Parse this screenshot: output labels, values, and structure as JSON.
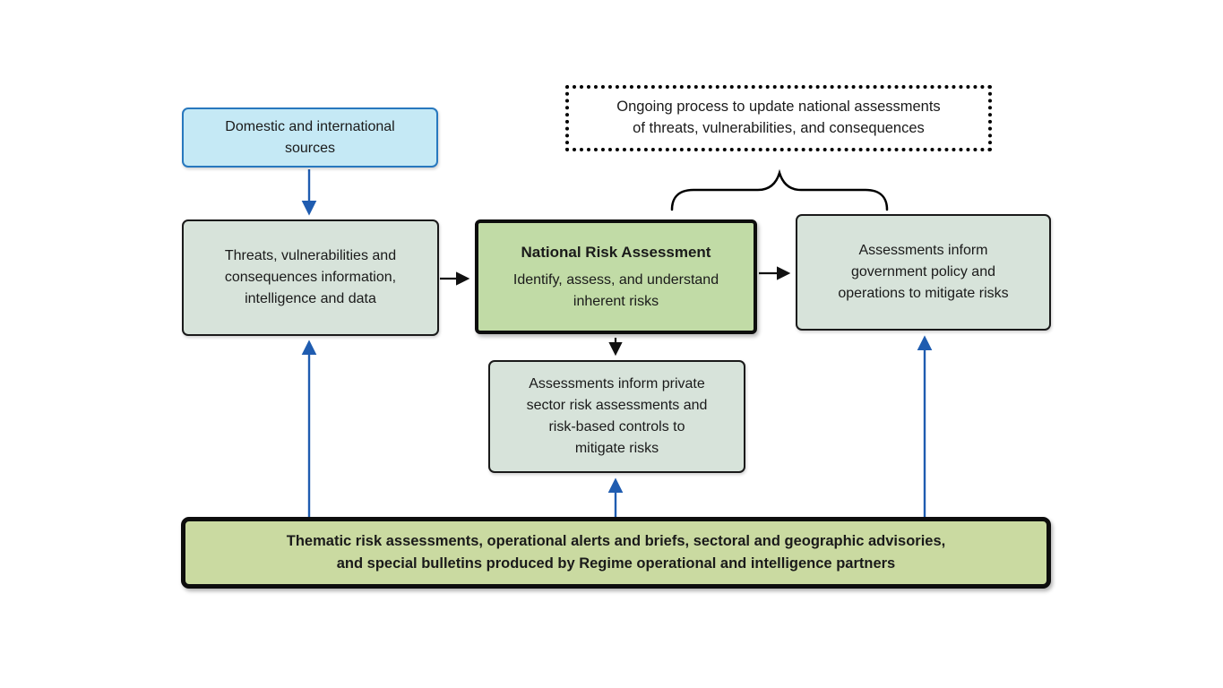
{
  "colors": {
    "arrow_blue": "#1f5cb0",
    "arrow_black": "#111111",
    "sources_fill": "#c5e9f5",
    "sources_border": "#2878be",
    "sage_fill": "#d7e3da",
    "sage_border": "#1a1a1a",
    "nra_fill": "#c1dba6",
    "partners_fill": "#cadaa1",
    "bold_border": "#0d0d0d",
    "text": "#1a1a1a"
  },
  "nodes": {
    "sources": {
      "lines": [
        "Domestic and international",
        "sources"
      ]
    },
    "threats": {
      "lines": [
        "Threats, vulnerabilities and",
        "consequences information,",
        "intelligence and data"
      ]
    },
    "nra": {
      "title": "National Risk Assessment",
      "subtitle_lines": [
        "Identify, assess, and understand",
        "inherent risks"
      ]
    },
    "government": {
      "lines": [
        "Assessments inform",
        "government policy and",
        "operations to mitigate risks"
      ]
    },
    "private_sector": {
      "lines": [
        "Assessments inform private",
        "sector risk assessments and",
        "risk-based controls to",
        "mitigate risks"
      ]
    },
    "ongoing": {
      "lines": [
        "Ongoing process to update national assessments",
        "of threats, vulnerabilities, and consequences"
      ]
    },
    "partners": {
      "lines": [
        "Thematic risk assessments, operational alerts and briefs, sectoral and geographic advisories,",
        "and special bulletins produced by Regime operational and intelligence partners"
      ]
    }
  }
}
